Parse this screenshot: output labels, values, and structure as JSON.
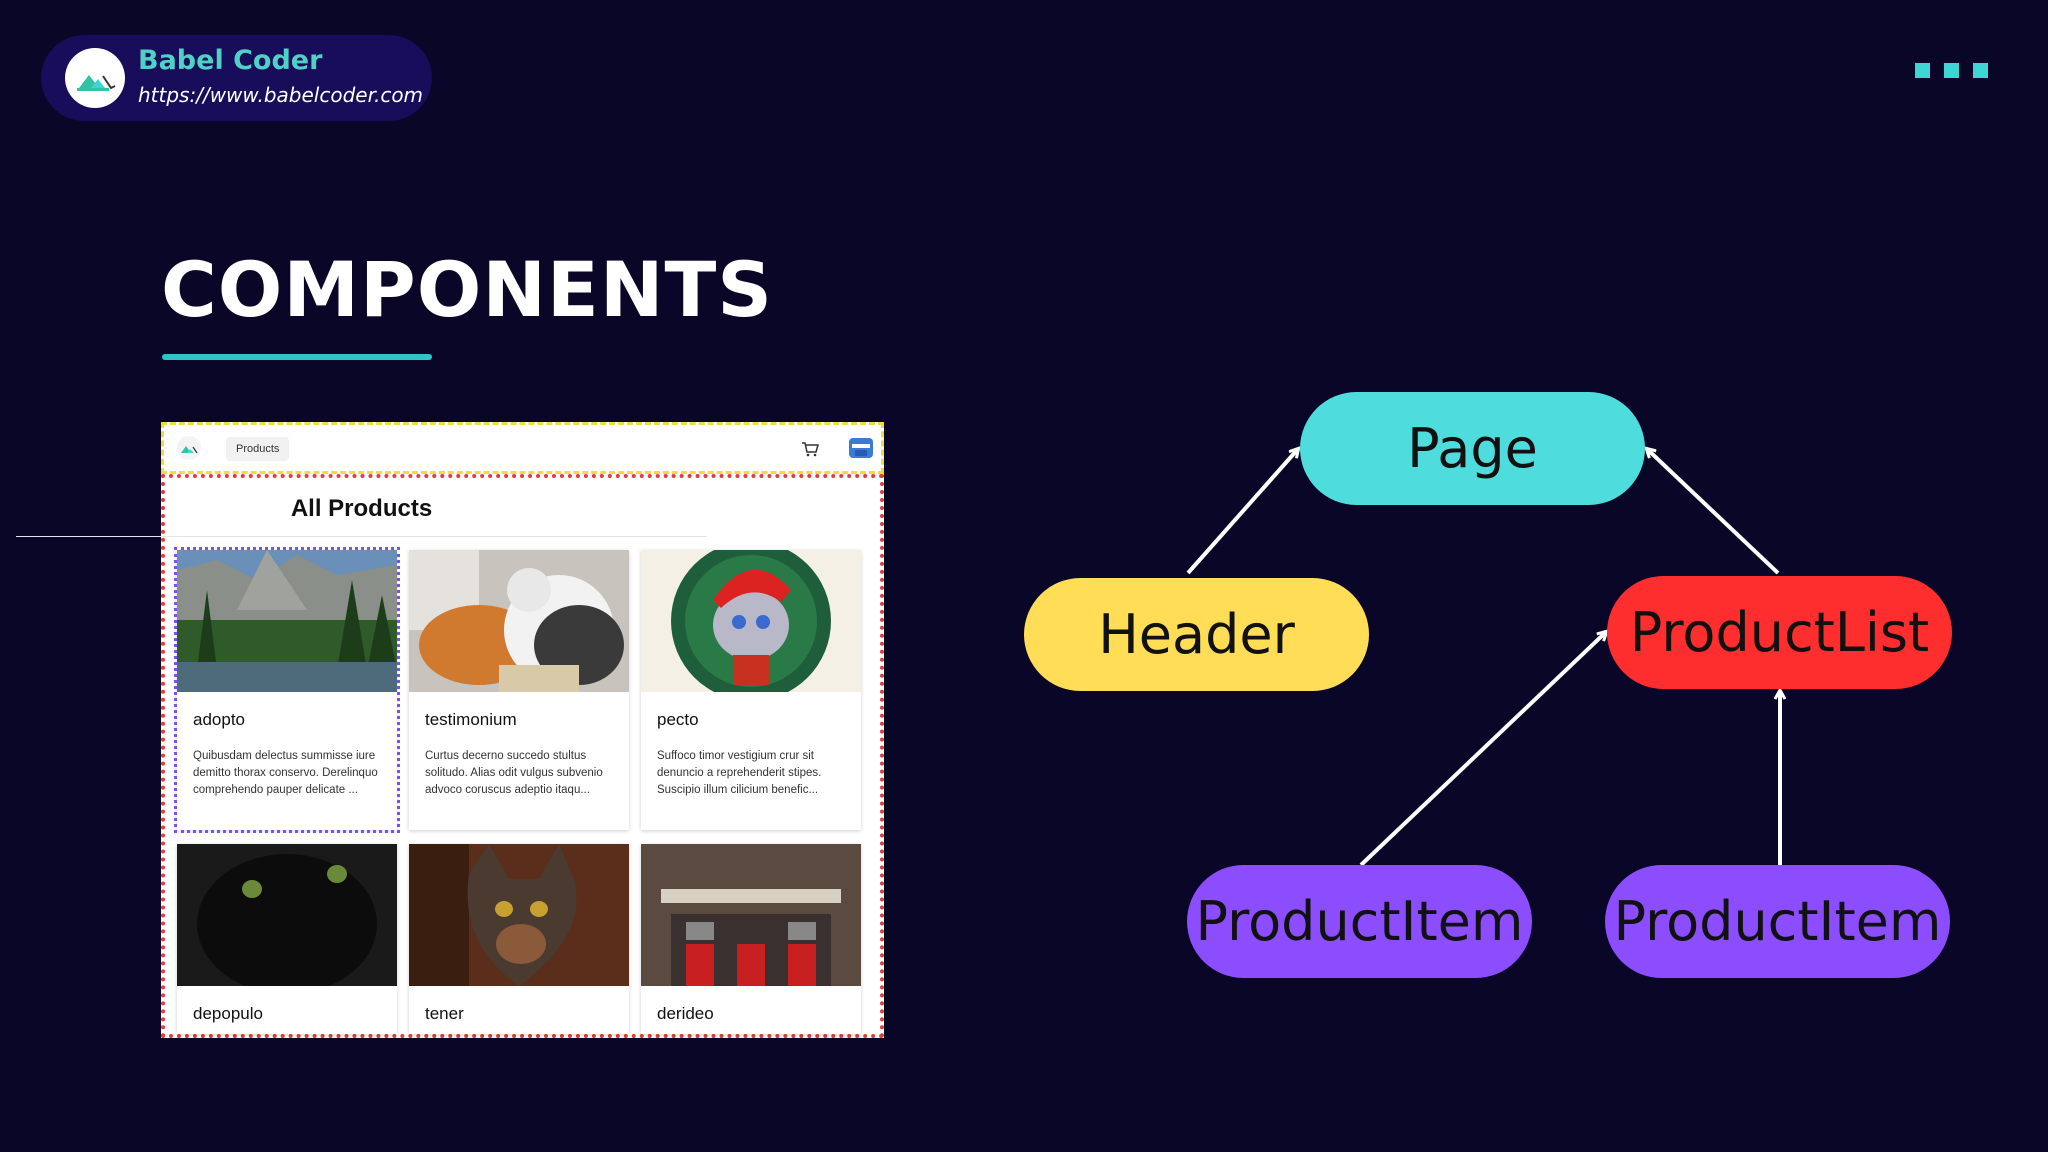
{
  "brand": {
    "name": "Babel Coder",
    "url": "https://www.babelcoder.com"
  },
  "slide": {
    "title": "COMPONENTS"
  },
  "screenshot": {
    "nav_tab": "Products",
    "heading": "All Products",
    "cards": [
      {
        "title": "adopto",
        "description": "Quibusdam delectus summisse iure demitto thorax conservo. Derelinquo comprehendo pauper delicate ..."
      },
      {
        "title": "testimonium",
        "description": "Curtus decerno succedo stultus solitudo. Alias odit vulgus subvenio advoco coruscus adeptio itaqu..."
      },
      {
        "title": "pecto",
        "description": "Suffoco timor vestigium crur sit denuncio a reprehenderit stipes. Suscipio illum cilicium benefic..."
      },
      {
        "title": "depopulo",
        "description": ""
      },
      {
        "title": "tener",
        "description": ""
      },
      {
        "title": "derideo",
        "description": ""
      }
    ]
  },
  "diagram": {
    "nodes": {
      "page": {
        "label": "Page",
        "color": "#4fdcdc"
      },
      "header": {
        "label": "Header",
        "color": "#ffdd57"
      },
      "productlist": {
        "label": "ProductList",
        "color": "#ff2e2e"
      },
      "productitem_1": {
        "label": "ProductItem",
        "color": "#8c4dff"
      },
      "productitem_2": {
        "label": "ProductItem",
        "color": "#8c4dff"
      }
    }
  },
  "colors": {
    "background": "#0a0628",
    "accent": "#3fd5d5",
    "brand_pill": "#170d5a"
  }
}
